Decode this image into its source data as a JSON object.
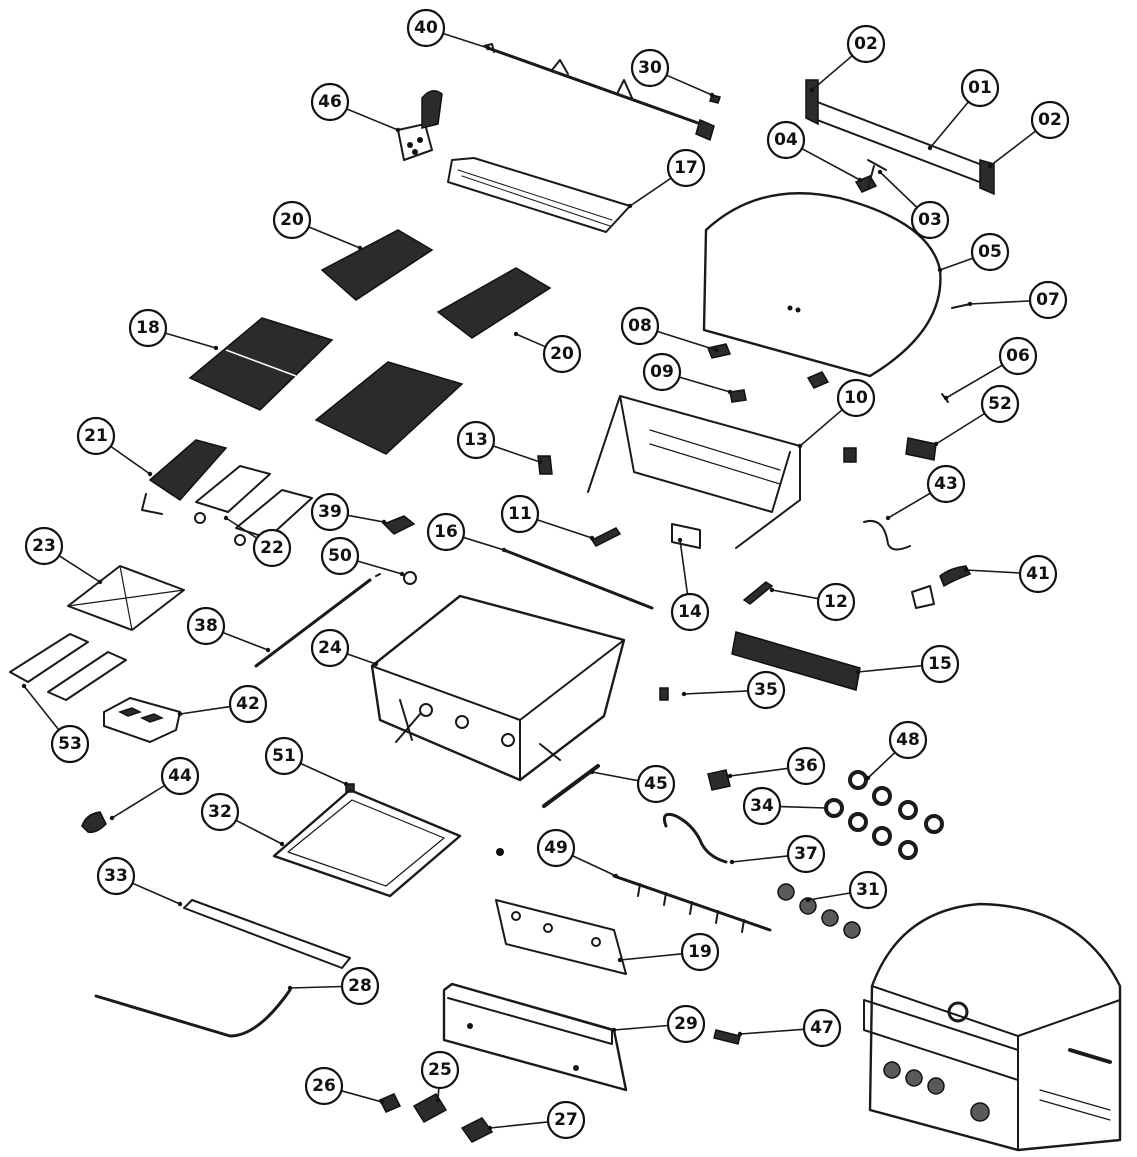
{
  "diagram": {
    "callouts": [
      "40",
      "30",
      "02",
      "01",
      "02",
      "46",
      "04",
      "03",
      "17",
      "20",
      "05",
      "07",
      "20",
      "18",
      "08",
      "06",
      "09",
      "10",
      "52",
      "21",
      "13",
      "43",
      "39",
      "11",
      "16",
      "22",
      "14",
      "41",
      "23",
      "50",
      "12",
      "38",
      "24",
      "15",
      "35",
      "42",
      "53",
      "51",
      "44",
      "36",
      "48",
      "45",
      "32",
      "34",
      "49",
      "37",
      "31",
      "33",
      "19",
      "28",
      "29",
      "47",
      "25",
      "26",
      "27"
    ]
  }
}
